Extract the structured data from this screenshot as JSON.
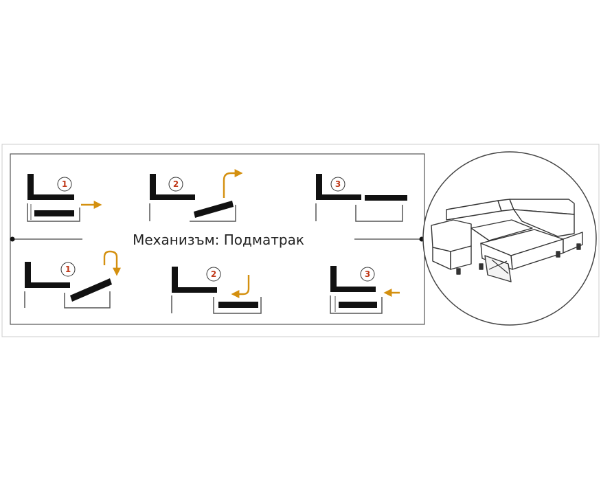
{
  "title": "Механизъм: Подматрак",
  "colors": {
    "accent": "#d4900f",
    "number": "#c0391a",
    "ink": "#111111",
    "frame": "#555555",
    "outer_border": "#cccccc"
  },
  "steps": {
    "top": [
      {
        "number": "1",
        "action": "pull-out",
        "arrow": "right-arrow-icon"
      },
      {
        "number": "2",
        "action": "tilt-up",
        "arrow": "up-hook-arrow-icon"
      },
      {
        "number": "3",
        "action": "flat-bed",
        "arrow": ""
      }
    ],
    "bottom": [
      {
        "number": "1",
        "action": "tilt-back",
        "arrow": "u-turn-arrow-icon"
      },
      {
        "number": "2",
        "action": "lower-into-box",
        "arrow": "down-hook-arrow-icon"
      },
      {
        "number": "3",
        "action": "push-in",
        "arrow": "left-arrow-icon"
      }
    ]
  },
  "illustration": {
    "icon": "corner-sofa-with-storage-icon"
  }
}
